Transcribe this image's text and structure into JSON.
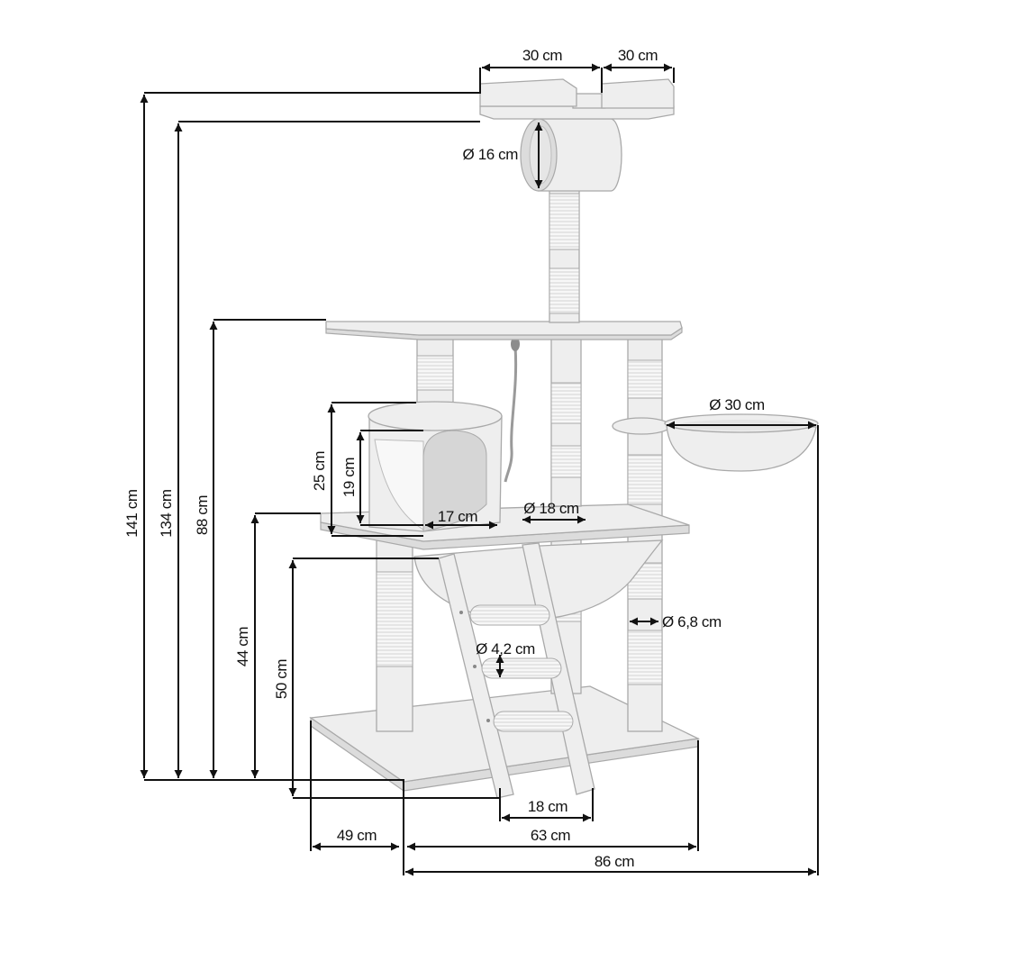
{
  "colors": {
    "dimension_line": "#111111",
    "product_fill": "#eeeeee",
    "product_edge": "#a9a9a9"
  },
  "labels": {
    "perch_width_left": "30 cm",
    "perch_width_right": "30 cm",
    "tube_diameter": "Ø 16 cm",
    "bowl_diameter": "Ø 30 cm",
    "house_height": "25 cm",
    "house_opening_height": "19 cm",
    "house_opening_width": "17 cm",
    "middle_post_diameter": "Ø 18 cm",
    "post_diameter": "Ø 6,8 cm",
    "rung_diameter": "Ø 4,2 cm",
    "total_height": "141 cm",
    "tube_height": "134 cm",
    "upper_platform_height": "88 cm",
    "middle_platform_height": "44 cm",
    "ladder_height": "50 cm",
    "ladder_width": "18 cm",
    "base_depth": "49 cm",
    "base_width": "63 cm",
    "overall_width": "86 cm"
  }
}
